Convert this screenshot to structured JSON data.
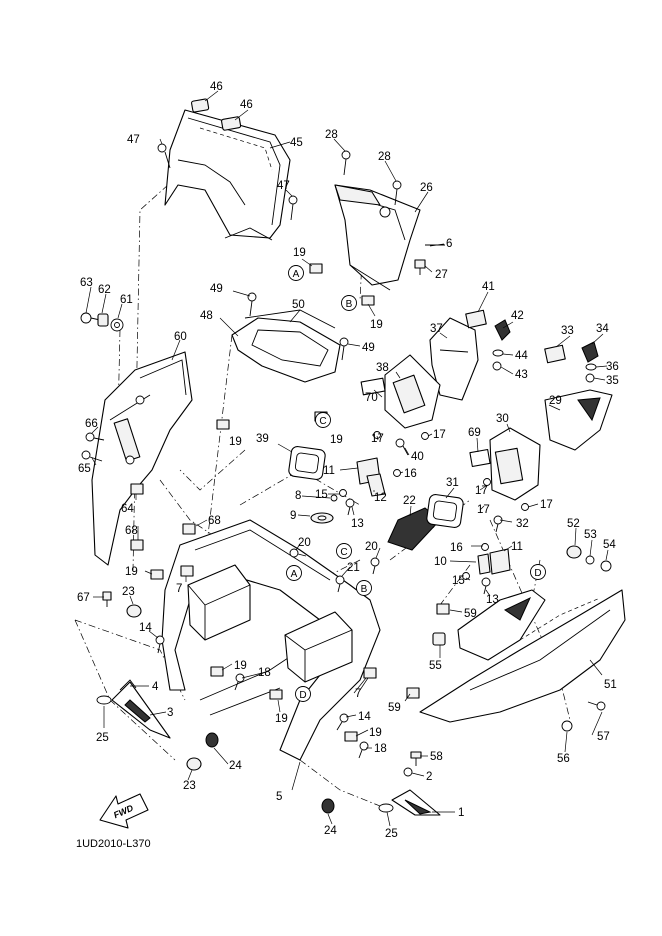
{
  "diagram": {
    "caption": "1UD2010-L370",
    "fwd_label": "FWD",
    "callouts": {
      "A": "A",
      "B": "B",
      "C": "C",
      "D": "D"
    },
    "part_numbers": {
      "p1": "1",
      "p2": "2",
      "p3": "3",
      "p4": "4",
      "p5": "5",
      "p6": "6",
      "p7": "7",
      "p8": "8",
      "p9": "9",
      "p10": "10",
      "p11": "11",
      "p12": "12",
      "p13": "13",
      "p14": "14",
      "p15": "15",
      "p16": "16",
      "p17": "17",
      "p18": "18",
      "p19": "19",
      "p20": "20",
      "p21": "21",
      "p22": "22",
      "p23": "23",
      "p24": "24",
      "p25": "25",
      "p26": "26",
      "p27": "27",
      "p28": "28",
      "p29": "29",
      "p30": "30",
      "p31": "31",
      "p32": "32",
      "p33": "33",
      "p34": "34",
      "p35": "35",
      "p36": "36",
      "p37": "37",
      "p38": "38",
      "p39": "39",
      "p40": "40",
      "p41": "41",
      "p42": "42",
      "p43": "43",
      "p44": "44",
      "p45": "45",
      "p46": "46",
      "p47": "47",
      "p48": "48",
      "p49": "49",
      "p50": "50",
      "p51": "51",
      "p52": "52",
      "p53": "53",
      "p54": "54",
      "p55": "55",
      "p56": "56",
      "p57": "57",
      "p58": "58",
      "p59": "59",
      "p60": "60",
      "p61": "61",
      "p62": "62",
      "p63": "63",
      "p64": "64",
      "p65": "65",
      "p66": "66",
      "p67": "67",
      "p68": "68",
      "p69": "69",
      "p70": "70"
    }
  }
}
